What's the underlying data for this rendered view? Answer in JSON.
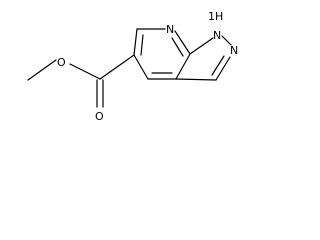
{
  "molecule": {
    "atoms": {
      "n_pyridine": "N",
      "n1h_number": "1",
      "n1h_label": "H",
      "n1h_n": "N",
      "n2": "N",
      "o_ester_single": "O",
      "o_ester_double": "O"
    }
  }
}
